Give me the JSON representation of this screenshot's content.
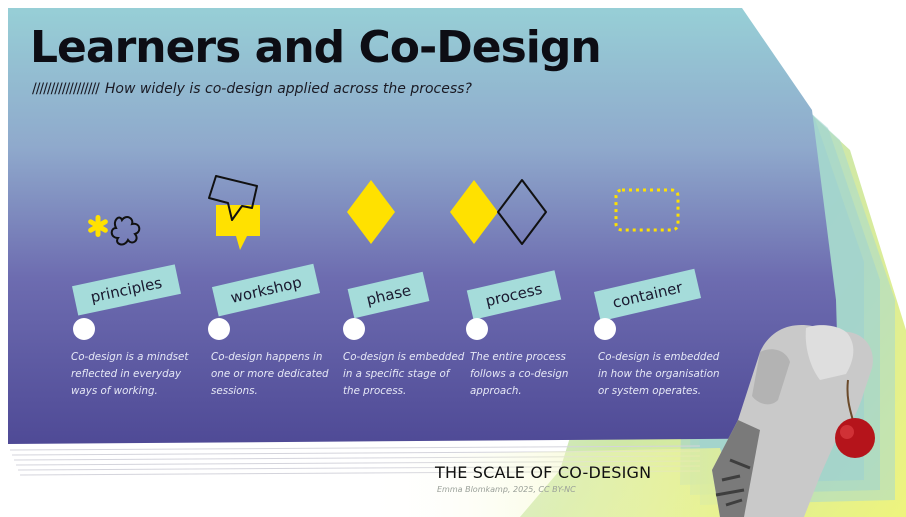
{
  "header": {
    "title": "Learners and Co-Design",
    "slashes": "//////////////////",
    "question": "How widely is co-design applied across the process?"
  },
  "stages": [
    {
      "label": "principles",
      "icon": "asterisk-flower-icon",
      "description": "Co-design is a mindset reflected in everyday ways of working."
    },
    {
      "label": "workshop",
      "icon": "speech-bubble-icon",
      "description": "Co-design happens in one or more dedicated sessions."
    },
    {
      "label": "phase",
      "icon": "diamond-icon",
      "description": "Co-design is embedded in a specific stage of the process."
    },
    {
      "label": "process",
      "icon": "double-diamond-icon",
      "description": "The entire process follows a co-design approach."
    },
    {
      "label": "container",
      "icon": "dotted-rectangle-icon",
      "description": "Co-design is embedded in how the organisation or system operates."
    }
  ],
  "footer": {
    "title": "THE SCALE OF CO-DESIGN",
    "credit": "Emma Blomkamp, 2025, CC BY-NC"
  },
  "colors": {
    "accent_yellow": "#ffe100",
    "tag_teal": "#a5dcda",
    "background_top": "#97cfd6",
    "background_bottom": "#4f4a96",
    "yellow_green": "#eaf28a"
  }
}
